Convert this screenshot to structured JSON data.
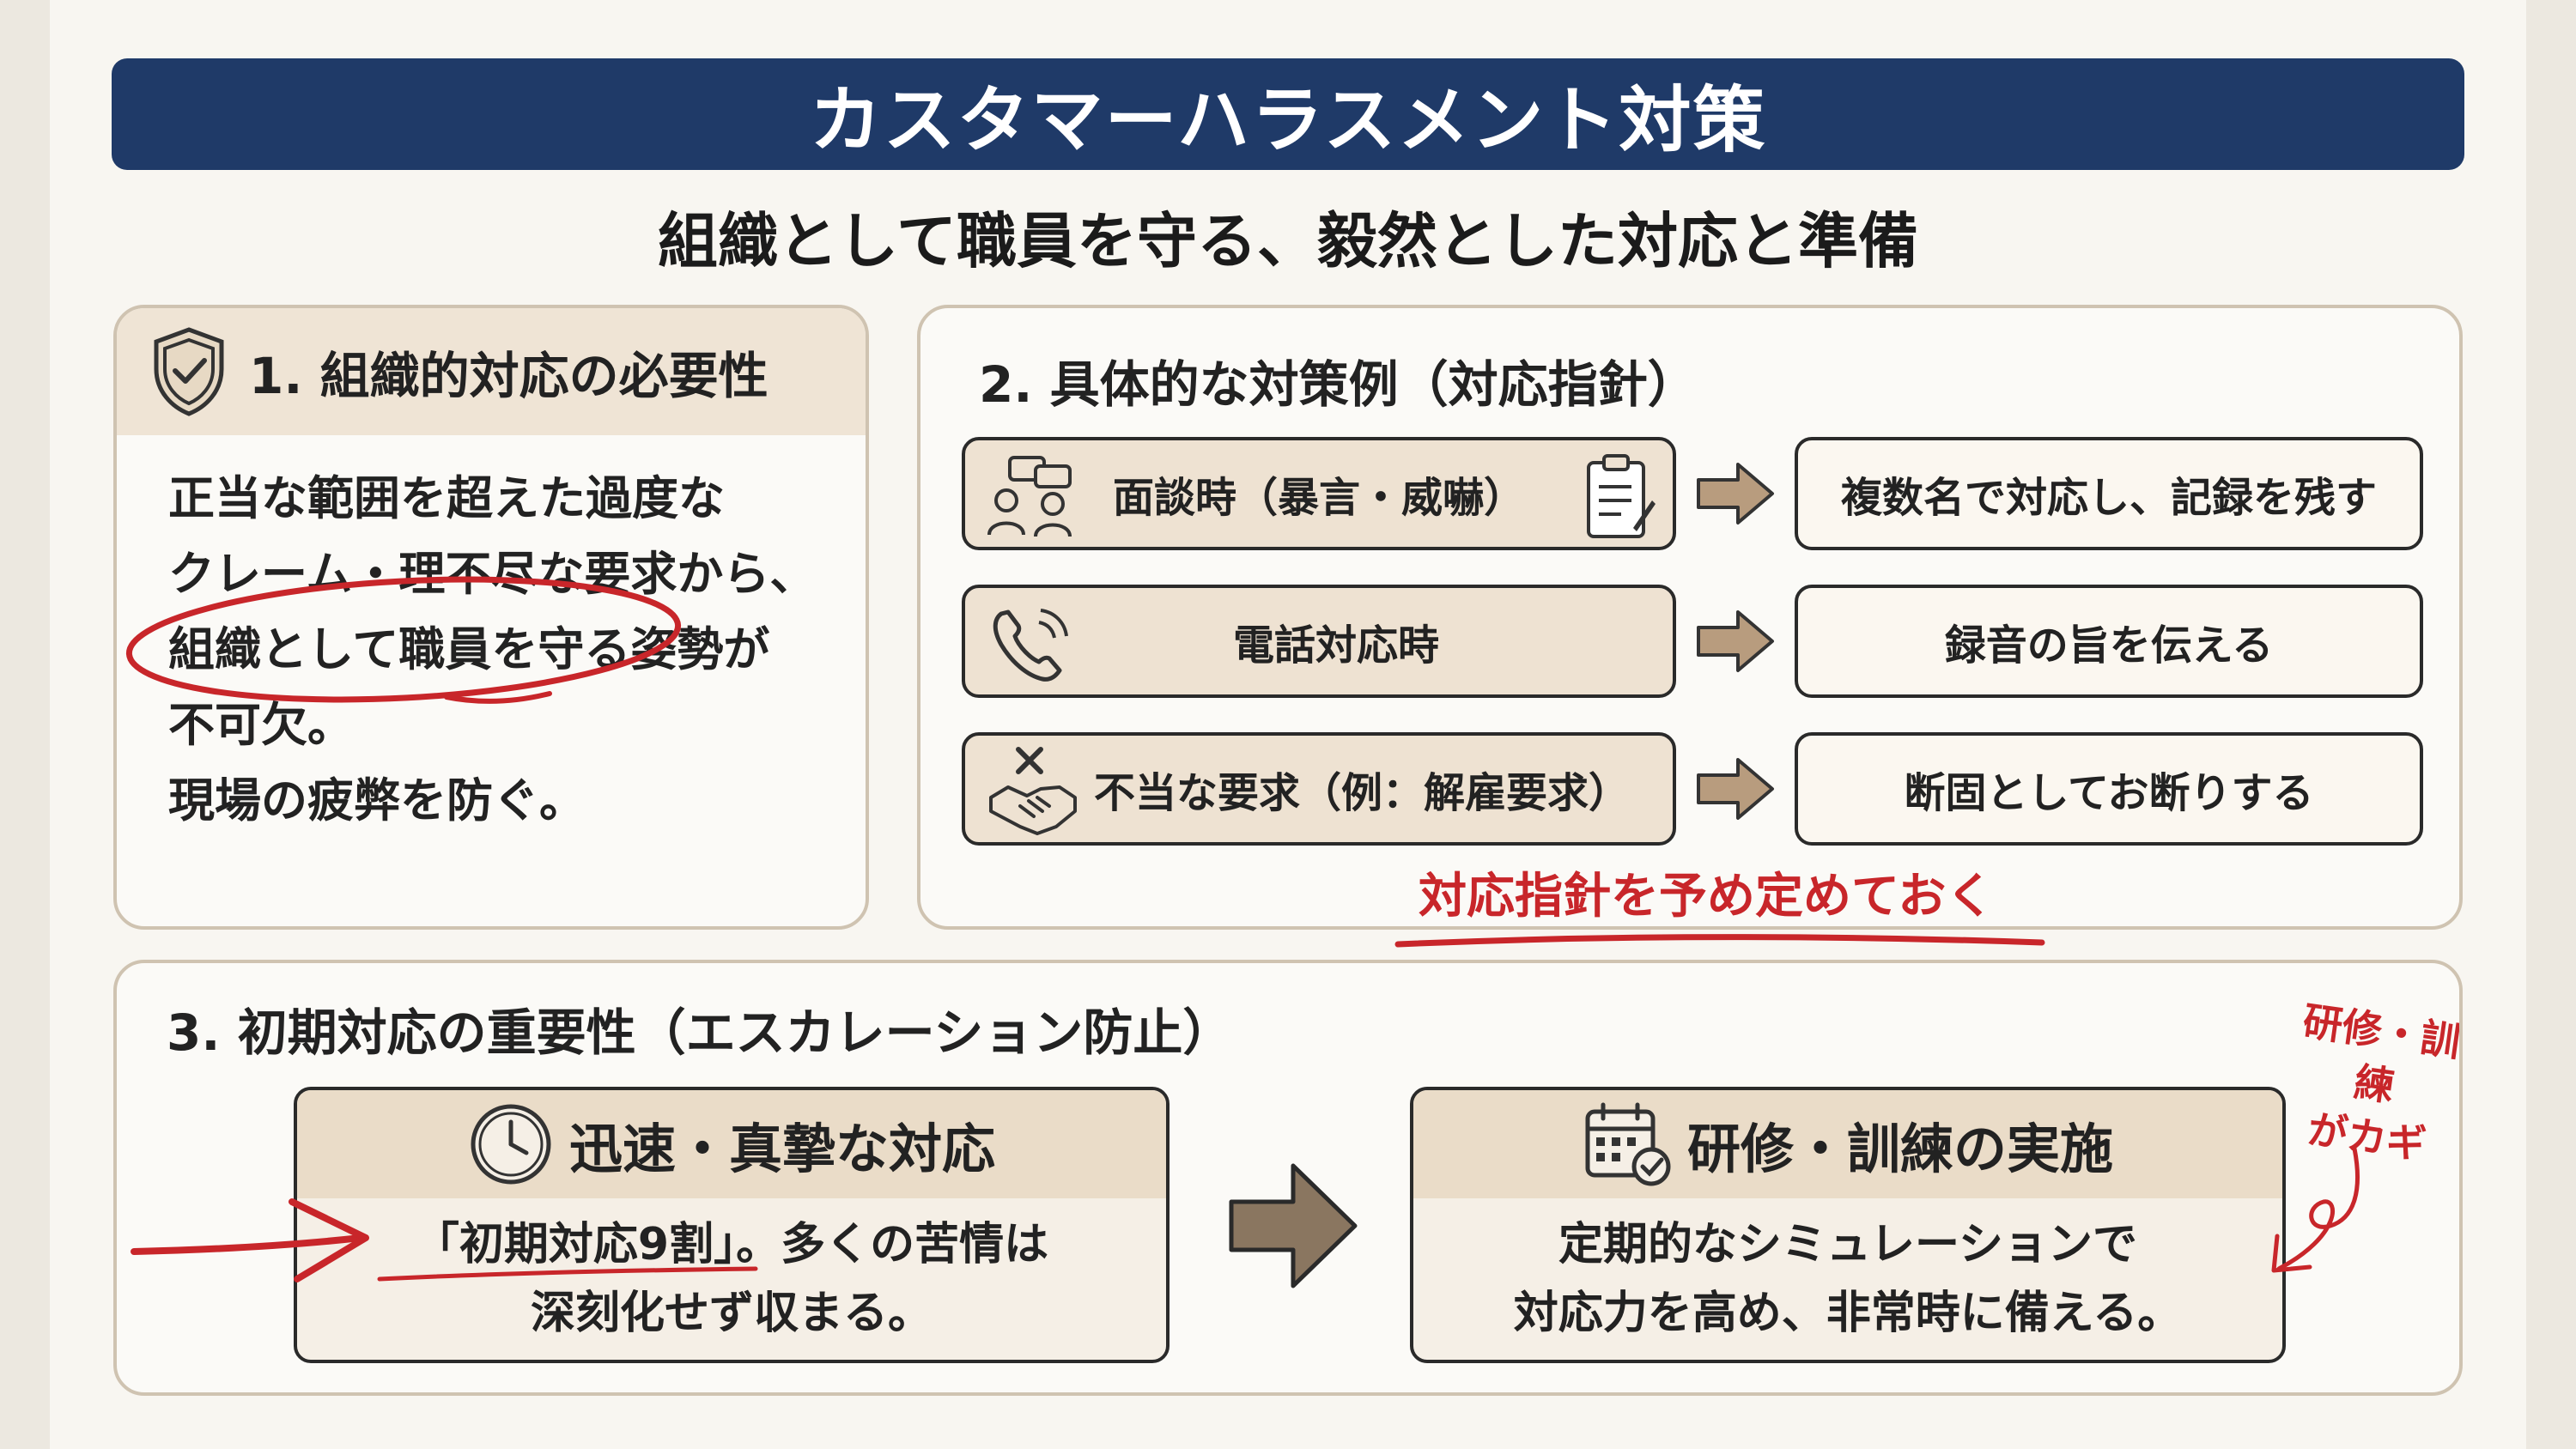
{
  "title": "カスタマーハラスメント対策",
  "subtitle": "組織として職員を守る、毅然とした対応と準備",
  "section1": {
    "heading": "1. 組織的対応の必要性",
    "icon": "shield-check-icon",
    "lines": [
      "正当な範囲を超えた過度な",
      "クレーム・理不尽な要求から、",
      "組織として職員を守る姿勢が",
      "不可欠。",
      "現場の疲弊を防ぐ。"
    ]
  },
  "section2": {
    "heading": "2. 具体的な対策例（対応指針）",
    "rows": [
      {
        "situation": "面談時（暴言・威嚇）",
        "icon": "meeting-people-icon",
        "icon2": "clipboard-icon",
        "action": "複数名で対応し、記録を残す"
      },
      {
        "situation": "電話対応時",
        "icon": "phone-icon",
        "action": "録音の旨を伝える"
      },
      {
        "situation": "不当な要求（例：解雇要求）",
        "icon": "refused-handshake-icon",
        "action": "断固としてお断りする"
      }
    ],
    "note": "対応指針を予め定めておく"
  },
  "section3": {
    "heading": "3. 初期対応の重要性（エスカレーション防止）",
    "box1": {
      "icon": "clock-icon",
      "title": "迅速・真摯な対応",
      "lines": [
        "「初期対応9割」。多くの苦情は",
        "深刻化せず収まる。"
      ]
    },
    "box2": {
      "icon": "calendar-icon",
      "title": "研修・訓練の実施",
      "lines": [
        "定期的なシミュレーションで",
        "対応力を高め、非常時に備える。"
      ]
    },
    "side_note": [
      "研修・訓練",
      "がカギ"
    ]
  },
  "colors": {
    "navy": "#1f3a68",
    "red": "#c8262a",
    "beige": "#efe4d5",
    "border": "#cfc3b1"
  }
}
